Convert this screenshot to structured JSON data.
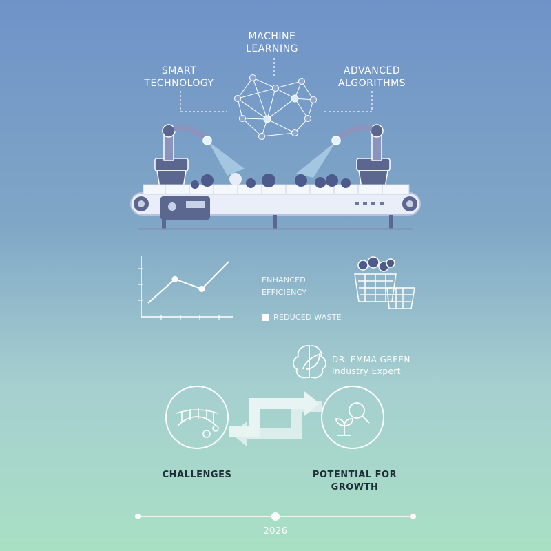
{
  "colors": {
    "bg_top": "#6f93c8",
    "bg_bottom": "#a8e0c4",
    "line": "#ffffff",
    "machine": "#5c6790"
  },
  "labels": {
    "machine_learning": [
      "MACHINE",
      "LEARNING"
    ],
    "smart_technology": [
      "SMART",
      "TECHNOLOGY"
    ],
    "advanced_algorithms": [
      "ADVANCED",
      "ALGORITHMS"
    ],
    "enhanced_efficiency": "ENHANCED EFFICIENCY",
    "reduced_waste": "REDUCED WASTE",
    "expert_name": "DR. EMMA GREEN",
    "expert_title": "Industry Expert",
    "challenges": "CHALLENGES",
    "potential_for_growth": [
      "POTENTIAL FOR",
      "GROWTH"
    ],
    "year": "2026"
  },
  "icons": [
    "neural-network-icon",
    "robot-arm-icon",
    "conveyor-belt-icon",
    "line-chart-icon",
    "fruit-basket-icon",
    "brain-leaf-icon",
    "bridge-gears-icon",
    "plant-magnifier-icon",
    "swap-arrows-icon",
    "timeline-icon"
  ],
  "chart_data": {
    "type": "line",
    "x": [
      1,
      2,
      3,
      4
    ],
    "values": [
      1.2,
      3.4,
      2.5,
      5.0
    ],
    "title": "",
    "xlabel": "",
    "ylabel": "",
    "grid": false
  }
}
